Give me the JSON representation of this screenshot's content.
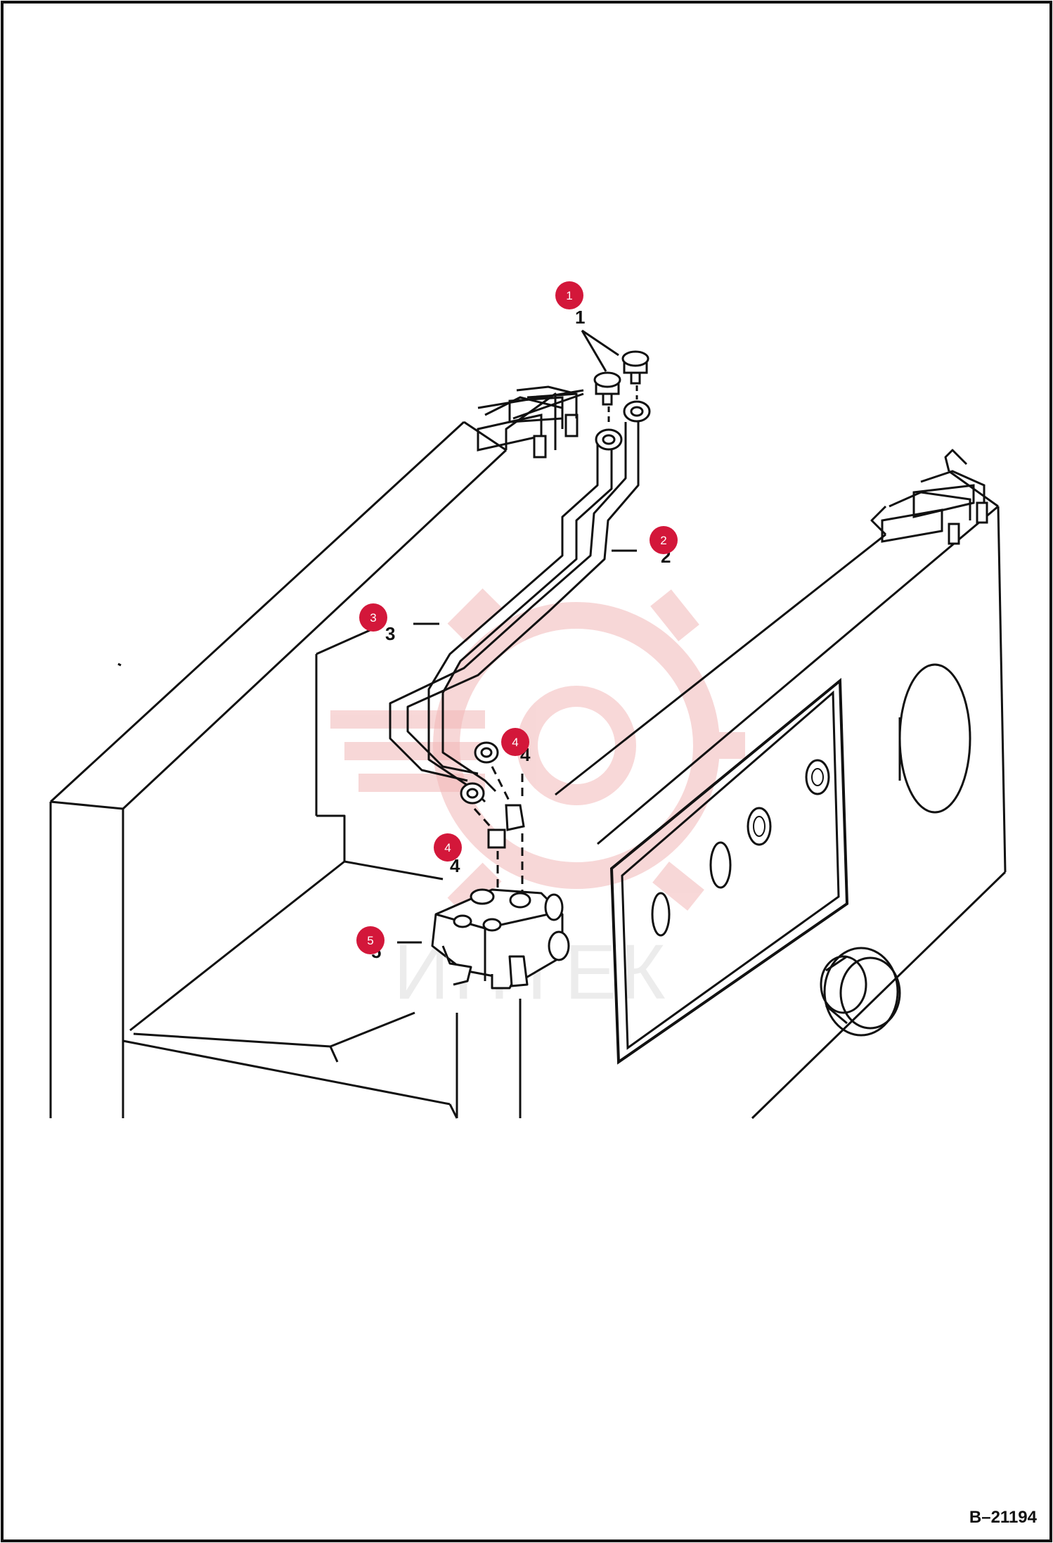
{
  "drawing": {
    "code": "B–21194",
    "watermark_text": "ИПТЕК",
    "line_color": "#111111",
    "callout_color": "#d3173a",
    "watermark_color": "#f2b8b8"
  },
  "callouts": [
    {
      "id": "callout-1",
      "number": "1",
      "label": "1"
    },
    {
      "id": "callout-2",
      "number": "2",
      "label": "2"
    },
    {
      "id": "callout-3",
      "number": "3",
      "label": "3"
    },
    {
      "id": "callout-4a",
      "number": "4",
      "label": "4"
    },
    {
      "id": "callout-4b",
      "number": "4",
      "label": "4"
    },
    {
      "id": "callout-5",
      "number": "5",
      "label": "5"
    }
  ]
}
